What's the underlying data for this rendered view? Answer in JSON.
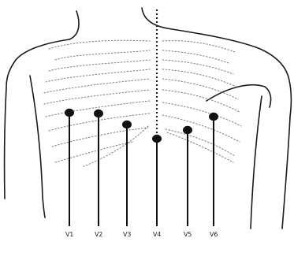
{
  "leads": [
    {
      "id": "V1",
      "label": "V1"
    },
    {
      "id": "V2",
      "label": "V2"
    },
    {
      "id": "V3",
      "label": "V3"
    },
    {
      "id": "V4",
      "label": "V4"
    },
    {
      "id": "V5",
      "label": "V5"
    },
    {
      "id": "V6",
      "label": "V6"
    }
  ],
  "colors": {
    "ink": "#111111",
    "rib": "#8a8a8a",
    "background": "#ffffff"
  }
}
